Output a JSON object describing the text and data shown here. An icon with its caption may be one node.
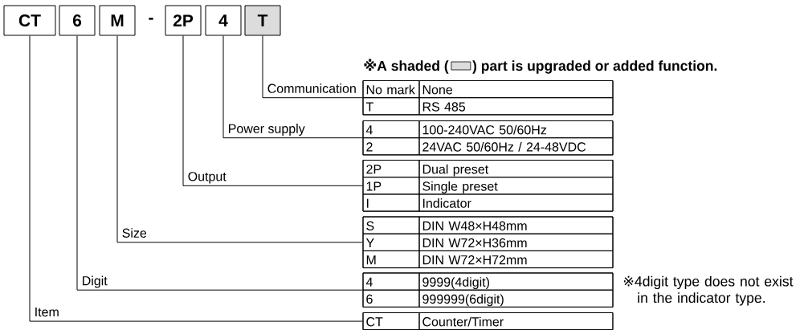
{
  "diagram": {
    "nodes": [
      {
        "text": [
          "CT"
        ]
      },
      {
        "text": [
          "6"
        ]
      },
      {
        "text": [
          "M"
        ]
      },
      {
        "text": [
          "2P"
        ]
      },
      {
        "text": [
          "4"
        ]
      },
      {
        "text": [
          "T"
        ]
      },
      {
        "text": [
          "No mark",
          "None",
          "T",
          "RS 485"
        ]
      },
      {
        "text": [
          "4",
          "100-240VAC 50/60Hz",
          "2",
          "24VAC 50/60Hz / 24-48VDC"
        ]
      },
      {
        "text": [
          "2P",
          "Dual preset",
          "1P",
          "Single preset",
          "I",
          "Indicator"
        ]
      },
      {
        "text": [
          "S",
          "DIN W48×H48mm",
          "Y",
          "DIN W72×H36mm",
          "M",
          "DIN W72×H72mm"
        ]
      },
      {
        "text": [
          "4",
          "9999(4digit)",
          "6",
          "999999(6digit)"
        ]
      },
      {
        "text": [
          "CT",
          "Counter/Timer"
        ]
      }
    ],
    "edges": [
      {
        "from": 5,
        "to": 6,
        "arrow": "none",
        "label": "Communication"
      },
      {
        "from": 4,
        "to": 7,
        "arrow": "none",
        "label": "Power supply"
      },
      {
        "from": 3,
        "to": 8,
        "arrow": "none",
        "label": "Output"
      },
      {
        "from": 2,
        "to": 9,
        "arrow": "none",
        "label": "Size"
      },
      {
        "from": 1,
        "to": 10,
        "arrow": "none",
        "label": "Digit"
      },
      {
        "from": 0,
        "to": 11,
        "arrow": "none",
        "label": "Item"
      }
    ],
    "labels": [
      "-",
      "※A shaded (",
      "※4digit type does not exist in the indicator type."
    ],
    "legend": [
      {
        "text": ") part is upgraded or added function.",
        "color": "#dcdcdc"
      }
    ]
  }
}
